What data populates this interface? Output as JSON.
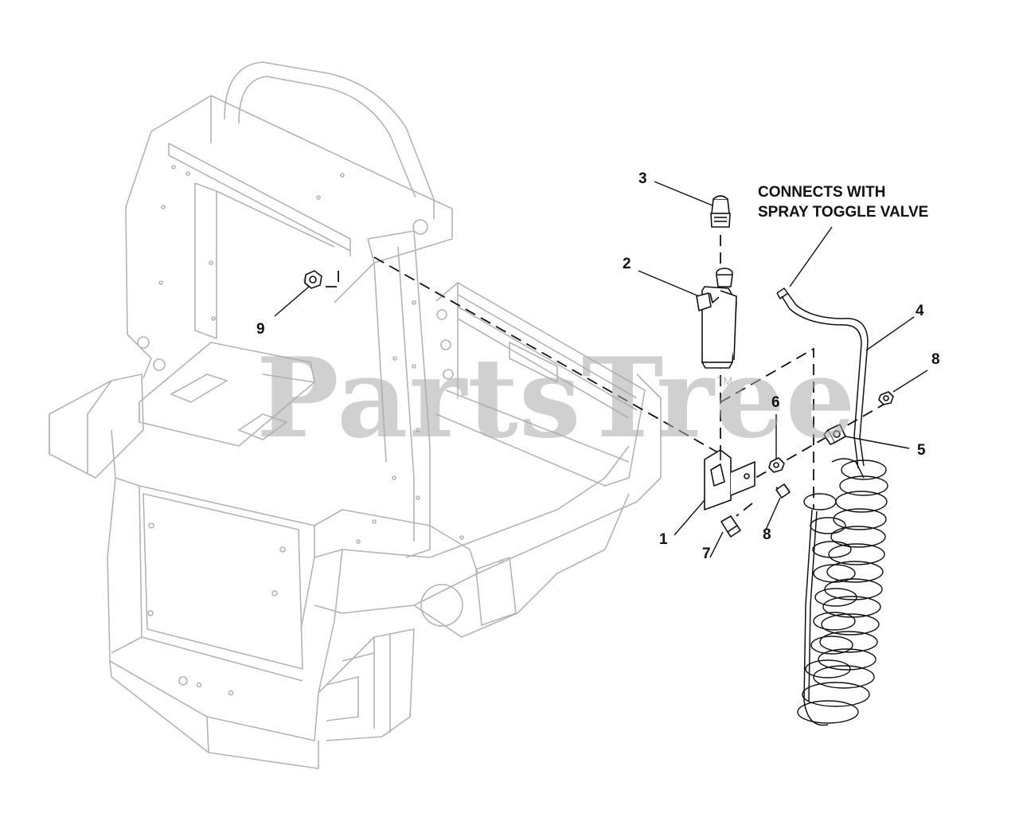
{
  "note": {
    "line1": "CONNECTS WITH",
    "line2": "SPRAY TOGGLE VALVE"
  },
  "callouts": [
    "1",
    "2",
    "3",
    "4",
    "5",
    "6",
    "7",
    "8",
    "8",
    "9"
  ],
  "watermark": {
    "text": "PartsTree",
    "tm": "TM"
  },
  "colors": {
    "frame": "#b4b4b4",
    "part": "#111111",
    "watermark": "#aaaaaa"
  }
}
